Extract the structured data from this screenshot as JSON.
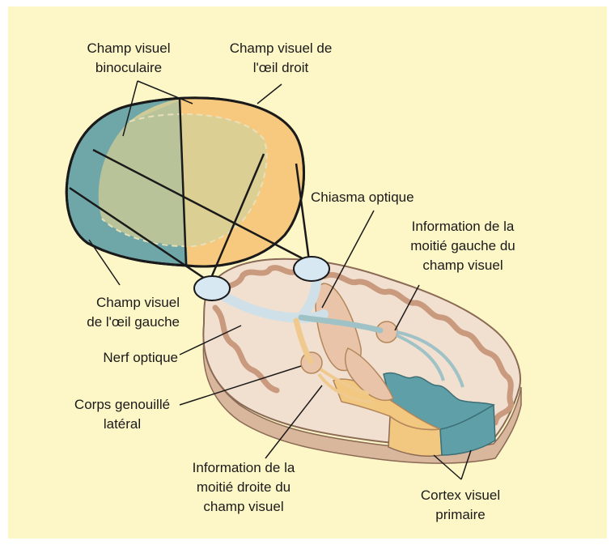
{
  "labels": {
    "binocular_field": "Champ visuel\nbinoculaire",
    "right_eye_field": "Champ visuel de\nl'œil droit",
    "optic_chiasm": "Chiasma optique",
    "left_half_info": "Information de la\nmoitié gauche du\nchamp visuel",
    "left_eye_field": "Champ visuel\nde l'œil gauche",
    "optic_nerve": "Nerf optique",
    "lateral_geniculate": "Corps genouillé\nlatéral",
    "right_half_info": "Information de la\nmoitié  droite du\nchamp visuel",
    "primary_visual_cortex": "Cortex visuel\nprimaire"
  },
  "colors": {
    "background": "#fdf6c7",
    "left_field_teal": "#6fa7a8",
    "right_field_orange": "#f7c97e",
    "binocular_mix": "#b9c39a",
    "cortex_orange": "#f2c780",
    "cortex_teal": "#5e9fa8",
    "brain_tissue": "#f1dfcf",
    "gyrus_fill": "#e9c4a8",
    "eye_fill": "#d8e8f3",
    "outline": "#1a1a1a"
  }
}
